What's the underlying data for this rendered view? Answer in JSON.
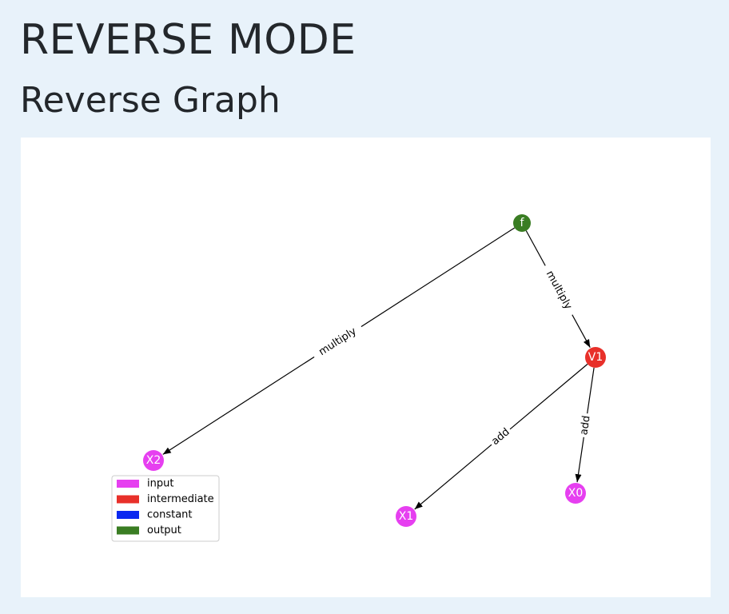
{
  "header": {
    "title": "REVERSE MODE",
    "subtitle": "Reverse Graph"
  },
  "colors": {
    "input": "#e63ff0",
    "intermediate": "#e8302a",
    "constant": "#0a28f0",
    "output": "#3a7d23",
    "edge": "#000000",
    "page_background": "#e8f2fa",
    "panel_background": "#ffffff"
  },
  "graph": {
    "nodes": [
      {
        "id": "f",
        "label": "f",
        "kind": "output"
      },
      {
        "id": "V1",
        "label": "V1",
        "kind": "intermediate"
      },
      {
        "id": "X2",
        "label": "X2",
        "kind": "input"
      },
      {
        "id": "X1",
        "label": "X1",
        "kind": "input"
      },
      {
        "id": "X0",
        "label": "X0",
        "kind": "input"
      }
    ],
    "edges": [
      {
        "from": "f",
        "to": "X2",
        "label": "multiply"
      },
      {
        "from": "f",
        "to": "V1",
        "label": "multiply"
      },
      {
        "from": "V1",
        "to": "X1",
        "label": "add"
      },
      {
        "from": "V1",
        "to": "X0",
        "label": "add"
      }
    ]
  },
  "legend": {
    "items": [
      {
        "label": "input",
        "kind": "input"
      },
      {
        "label": "intermediate",
        "kind": "intermediate"
      },
      {
        "label": "constant",
        "kind": "constant"
      },
      {
        "label": "output",
        "kind": "output"
      }
    ]
  }
}
